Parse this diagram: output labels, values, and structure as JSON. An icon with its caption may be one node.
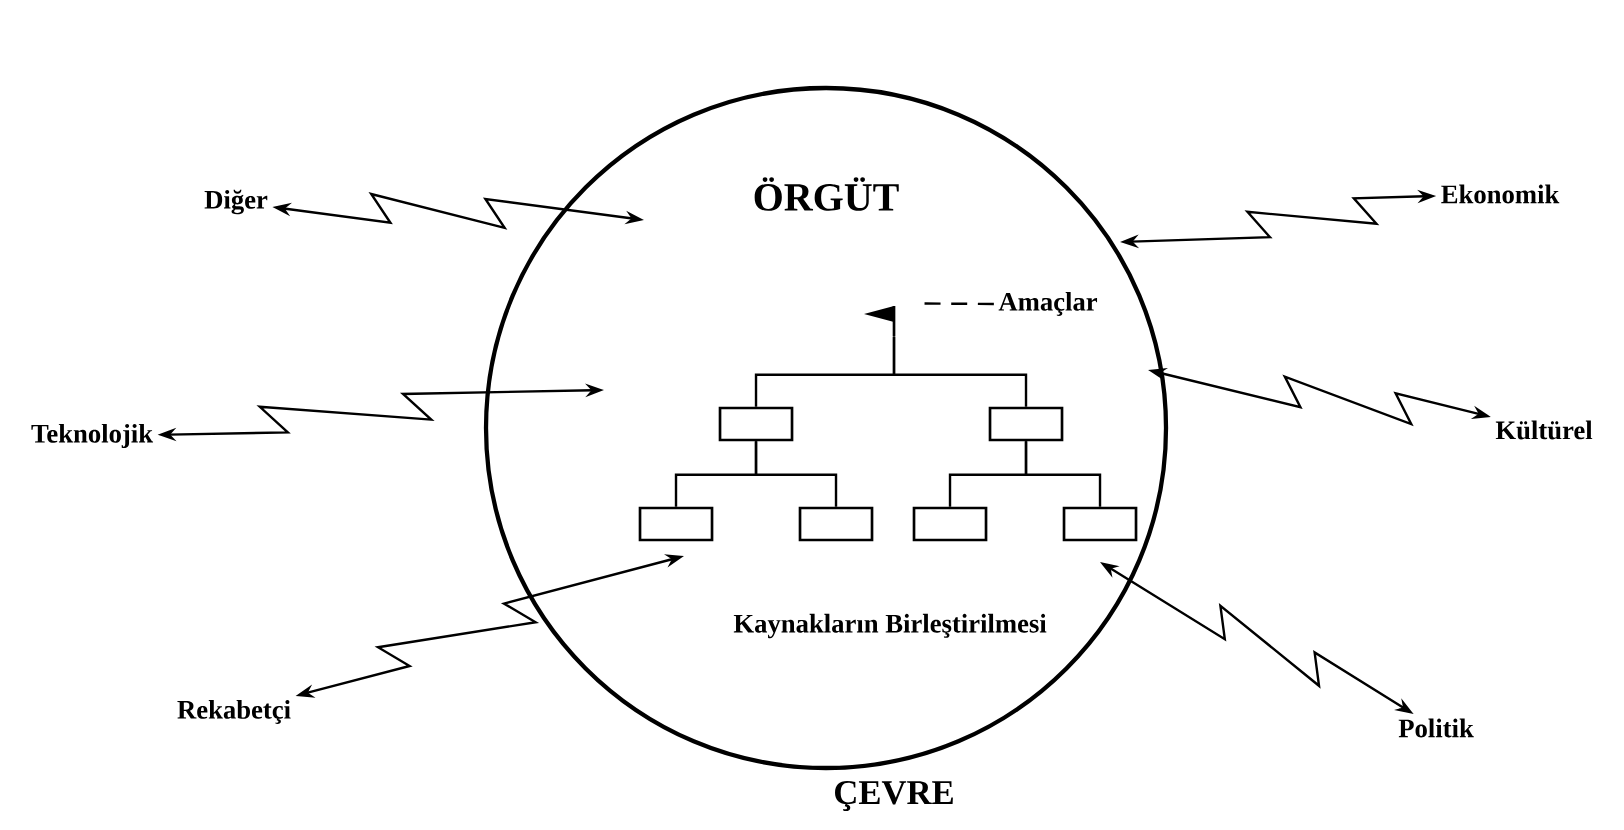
{
  "diagram": {
    "nodes": [
      {
        "text": [
          "ÖRGÜT"
        ]
      },
      {
        "text": [
          "Amaçlar"
        ],
        "in": 0
      },
      {
        "text": [],
        "shape": "flag",
        "in": 0
      },
      {
        "text": [],
        "shape": "box",
        "in": 0
      },
      {
        "text": [],
        "shape": "box",
        "in": 0
      },
      {
        "text": [],
        "shape": "box",
        "in": 0
      },
      {
        "text": [],
        "shape": "box",
        "in": 0
      },
      {
        "text": [],
        "shape": "box",
        "in": 0
      },
      {
        "text": [],
        "shape": "box",
        "in": 0
      },
      {
        "text": [
          "Diğer"
        ]
      },
      {
        "text": [
          "Ekonomik"
        ]
      },
      {
        "text": [
          "Teknolojik"
        ]
      },
      {
        "text": [
          "Kültürel"
        ]
      },
      {
        "text": [
          "Rekabetçi"
        ]
      },
      {
        "text": [
          "Politik"
        ]
      }
    ],
    "edges": [
      {
        "from": 1,
        "to": 2,
        "arrow": "none",
        "style": "dashed"
      },
      {
        "from": 2,
        "to": 3,
        "arrow": "none"
      },
      {
        "from": 2,
        "to": 4,
        "arrow": "none"
      },
      {
        "from": 3,
        "to": 5,
        "arrow": "none"
      },
      {
        "from": 3,
        "to": 6,
        "arrow": "none"
      },
      {
        "from": 4,
        "to": 7,
        "arrow": "none"
      },
      {
        "from": 4,
        "to": 8,
        "arrow": "none"
      },
      {
        "from": 9,
        "to": 0,
        "arrow": "both"
      },
      {
        "from": 10,
        "to": 0,
        "arrow": "both"
      },
      {
        "from": 11,
        "to": 0,
        "arrow": "both"
      },
      {
        "from": 12,
        "to": 0,
        "arrow": "both"
      },
      {
        "from": 13,
        "to": 5,
        "arrow": "both"
      },
      {
        "from": 14,
        "to": 0,
        "arrow": "both"
      }
    ],
    "labels": [
      "Kaynakların Birleştirilmesi",
      "ÇEVRE"
    ]
  }
}
